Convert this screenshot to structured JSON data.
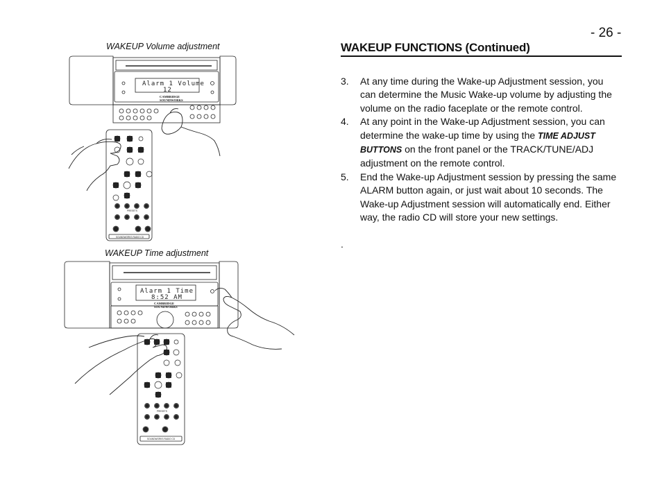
{
  "page_number": "- 26 -",
  "section_title": "WAKEUP FUNCTIONS (Continued)",
  "figures": {
    "volume_caption": "WAKEUP Volume adjustment",
    "time_caption": "WAKEUP Time adjustment",
    "volume_display_line1": "Alarm 1 Volume",
    "volume_display_line2": "12",
    "time_display_line1": "Alarm 1 Time",
    "time_display_line2": "8:52 AM",
    "brand_line1": "CAMBRIDGE",
    "brand_line2": "SOUNDWORKS",
    "presets_label": "PRESETS",
    "remote_brand": "SOUNDWORKS RADIO CD"
  },
  "steps": [
    {
      "num": "3.",
      "text": "At any time during the Wake-up Adjustment session, you can determine the Music Wake-up volume by adjusting the volume on the radio faceplate or the remote control."
    },
    {
      "num": "4.",
      "text_before": "At any point in the Wake-up Adjustment session, you can determine the wake-up time by using the ",
      "emphasis": "TIME ADJUST BUTTONS",
      "text_after": " on the front panel or the TRACK/TUNE/ADJ adjustment on the remote control."
    },
    {
      "num": "5.",
      "text": "End the Wake-up Adjustment session by pressing the same ALARM button again, or just wait about 10 seconds. The Wake-up Adjustment session will automatically end. Either way, the radio CD will store your new settings."
    }
  ],
  "trailing_mark": "."
}
